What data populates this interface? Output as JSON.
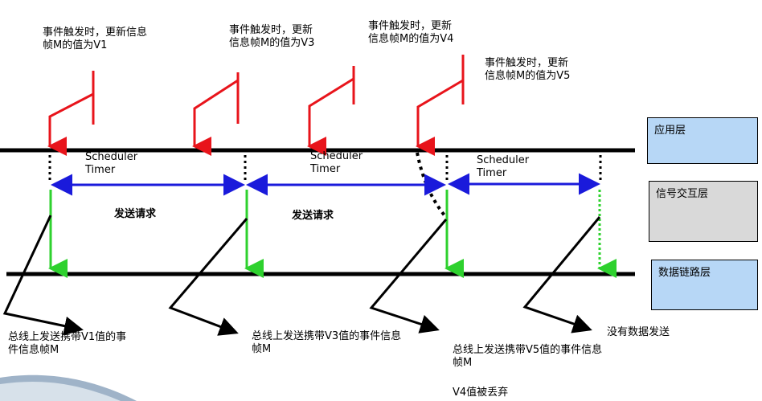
{
  "layers": {
    "application": "应用层",
    "signal_interaction": "信号交互层",
    "data_link": "数据链路层"
  },
  "events": [
    "事件触发时，更新信息帧M的值为V1",
    "事件触发时，更新信息帧M的值为V3",
    "事件触发时，更新信息帧M的值为V4",
    "事件触发时，更新信息帧M的值为V5"
  ],
  "timers": [
    "Scheduler Timer",
    "Scheduler Timer",
    "Scheduler Timer"
  ],
  "send_requests": [
    "发送请求",
    "发送请求"
  ],
  "bus_notes": [
    "总线上发送携带V1值的事件信息帧M",
    "总线上发送携带V3值的事件信息帧M",
    "总线上发送携带V5值的事件信息帧M",
    "没有数据发送"
  ],
  "discard_note": "V4值被丢弃",
  "colors": {
    "event_arrow": "#e8141b",
    "timer_arrow": "#1a1adb",
    "send_arrow": "#2ed12e",
    "bus_line": "#000000"
  }
}
